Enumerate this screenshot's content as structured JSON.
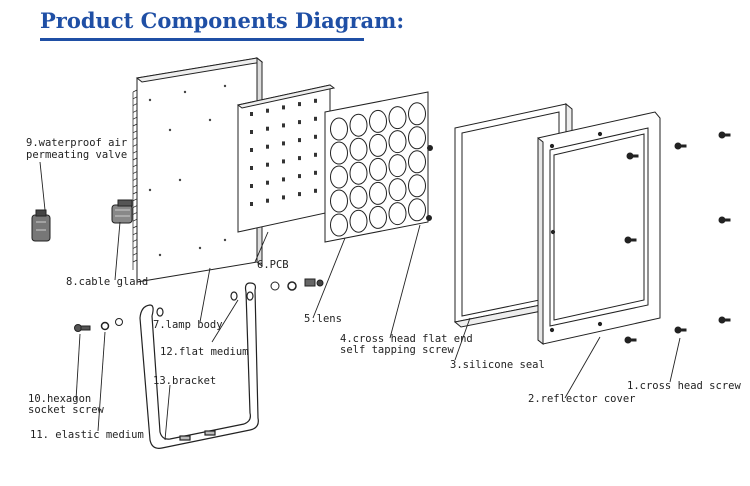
{
  "title": "Product Components Diagram:",
  "labels": {
    "waterproof_valve_line1": "9.waterproof air",
    "waterproof_valve_line2": "permeating valve",
    "cable_gland": "8.cable gland",
    "pcb": "6.PCB",
    "lamp_body": "7.lamp body",
    "flat_medium": "12.flat medium",
    "lens": "5.lens",
    "self_tapping_screw_line1": "4.cross head flat end",
    "self_tapping_screw_line2": "self tapping screw",
    "silicone_seal": "3.silicone seal",
    "bracket": "13.bracket",
    "hex_screw_line1": "10.hexagon",
    "hex_screw_line2": "socket screw",
    "elastic_medium": "11. elastic medium",
    "reflector_cover": "2.reflector cover",
    "cross_head_screw": "1.cross head screw"
  },
  "colors": {
    "title": "#1f4fa5",
    "line": "#222222"
  }
}
